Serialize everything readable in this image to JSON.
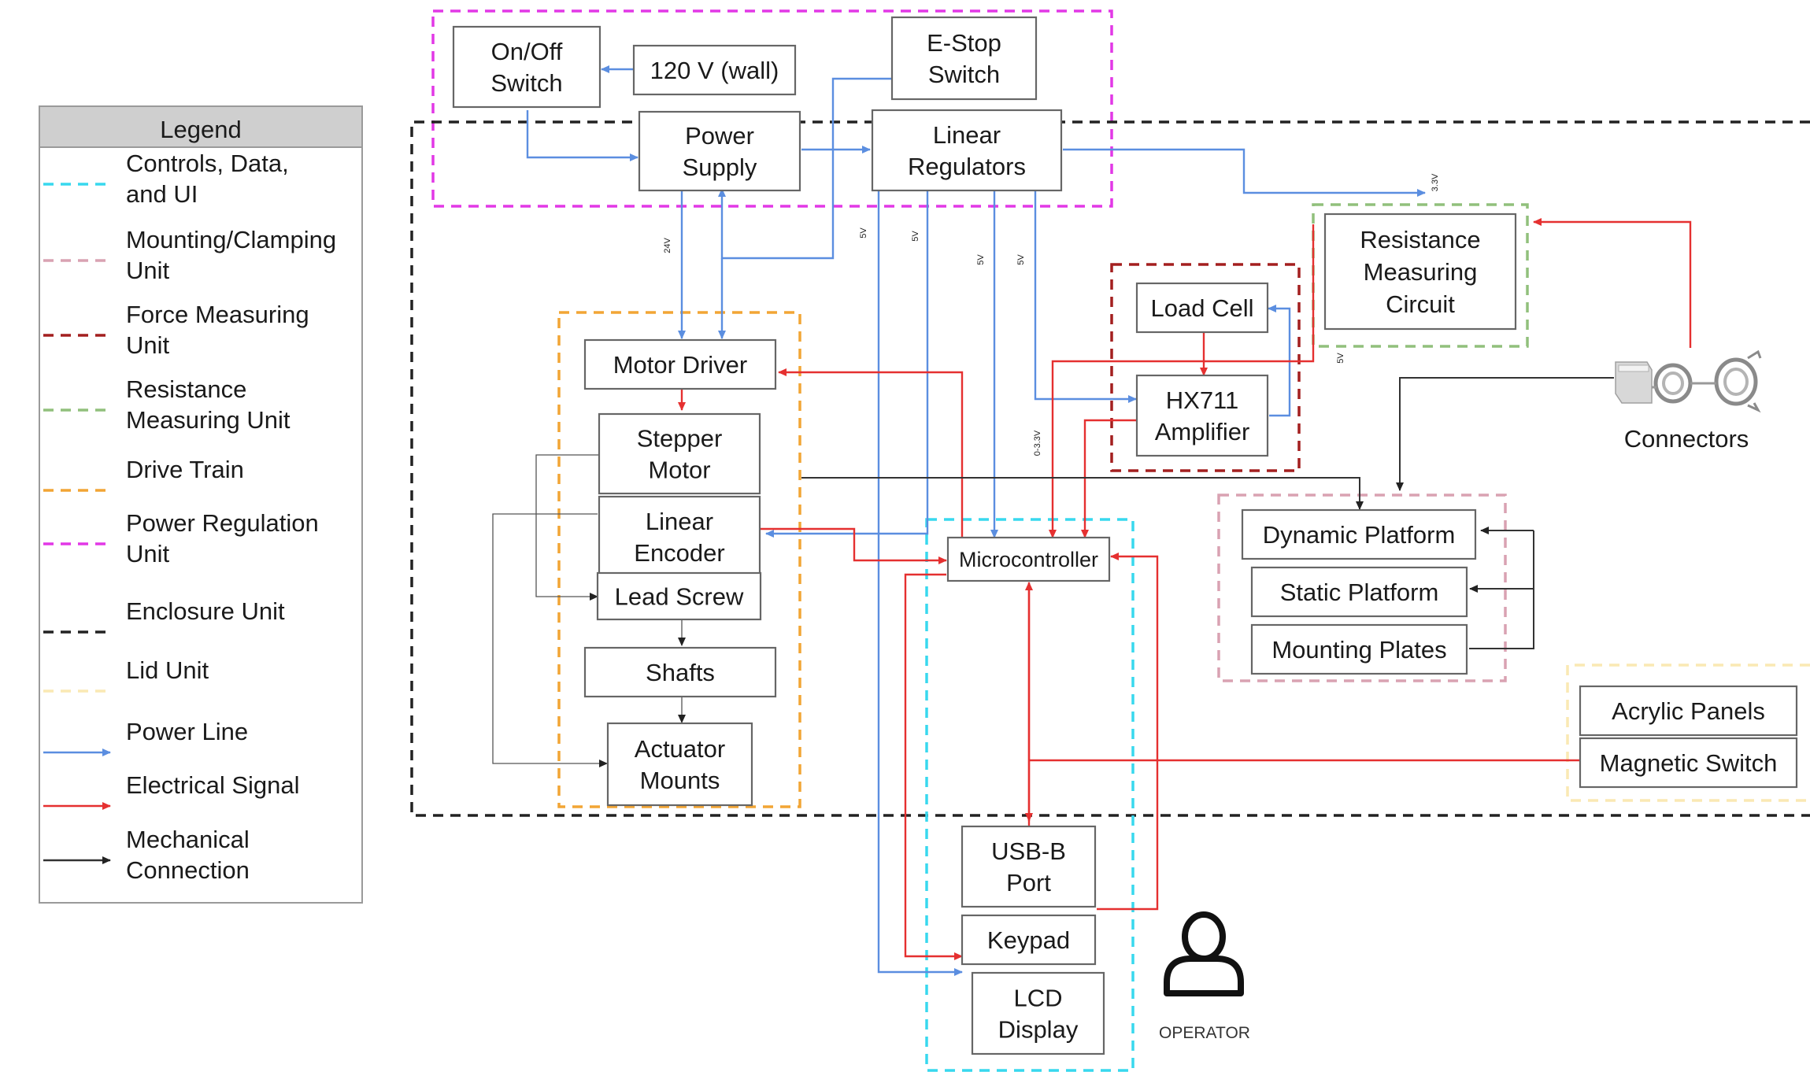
{
  "legend": {
    "title": "Legend",
    "items": [
      {
        "lines": [
          "Controls, Data,",
          "and UI"
        ],
        "style": "dashed",
        "color": "#38d8ee"
      },
      {
        "lines": [
          "Mounting/Clamping",
          "Unit"
        ],
        "style": "dashed",
        "color": "#d9a2b2"
      },
      {
        "lines": [
          "Force Measuring",
          "Unit"
        ],
        "style": "dashed",
        "color": "#a31f1f"
      },
      {
        "lines": [
          "Resistance",
          "Measuring Unit"
        ],
        "style": "dashed",
        "color": "#91c07c"
      },
      {
        "lines": [
          "Drive Train"
        ],
        "style": "dashed",
        "color": "#f2a535"
      },
      {
        "lines": [
          "Power Regulation",
          "Unit"
        ],
        "style": "dashed",
        "color": "#e238e6"
      },
      {
        "lines": [
          "Enclosure Unit"
        ],
        "style": "dashed",
        "color": "#222222"
      },
      {
        "lines": [
          "Lid Unit"
        ],
        "style": "dashed",
        "color": "#fae9b4"
      },
      {
        "lines": [
          "Power Line"
        ],
        "style": "arrow",
        "color": "#5b8ee0"
      },
      {
        "lines": [
          "Electrical Signal"
        ],
        "style": "arrow",
        "color": "#e53030"
      },
      {
        "lines": [
          "Mechanical",
          "Connection"
        ],
        "style": "arrow",
        "color": "#333333"
      }
    ]
  },
  "components": {
    "onoff": [
      "On/Off",
      "Switch"
    ],
    "wall": [
      "120 V (wall)"
    ],
    "estop": [
      "E-Stop",
      "Switch"
    ],
    "psu": [
      "Power",
      "Supply"
    ],
    "linreg": [
      "Linear",
      "Regulators"
    ],
    "motor_driver": [
      "Motor Driver"
    ],
    "stepper": [
      "Stepper",
      "Motor"
    ],
    "encoder": [
      "Linear",
      "Encoder"
    ],
    "lead_screw": [
      "Lead Screw"
    ],
    "shafts": [
      "Shafts"
    ],
    "act_mounts": [
      "Actuator",
      "Mounts"
    ],
    "load_cell": [
      "Load Cell"
    ],
    "hx711": [
      "HX711",
      "Amplifier"
    ],
    "res_circuit": [
      "Resistance",
      "Measuring",
      "Circuit"
    ],
    "mcu": [
      "Microcontroller"
    ],
    "usb": [
      "USB-B",
      "Port"
    ],
    "keypad": [
      "Keypad"
    ],
    "lcd": [
      "LCD",
      "Display"
    ],
    "dyn_platform": [
      "Dynamic Platform"
    ],
    "static_platform": [
      "Static Platform"
    ],
    "mount_plates": [
      "Mounting Plates"
    ],
    "acrylic": [
      "Acrylic Panels"
    ],
    "mag_switch": [
      "Magnetic Switch"
    ]
  },
  "labels": {
    "connectors": "Connectors",
    "operator": "OPERATOR"
  },
  "voltages": {
    "v24": "24V",
    "v5a": "5V",
    "v5b": "5V",
    "v5c": "5V",
    "v5d": "5V",
    "v5e": "5V",
    "v33": "3.3V",
    "v033": "0-3.3V"
  },
  "icons": {
    "connectors": "cable-icon",
    "operator": "person-icon"
  }
}
